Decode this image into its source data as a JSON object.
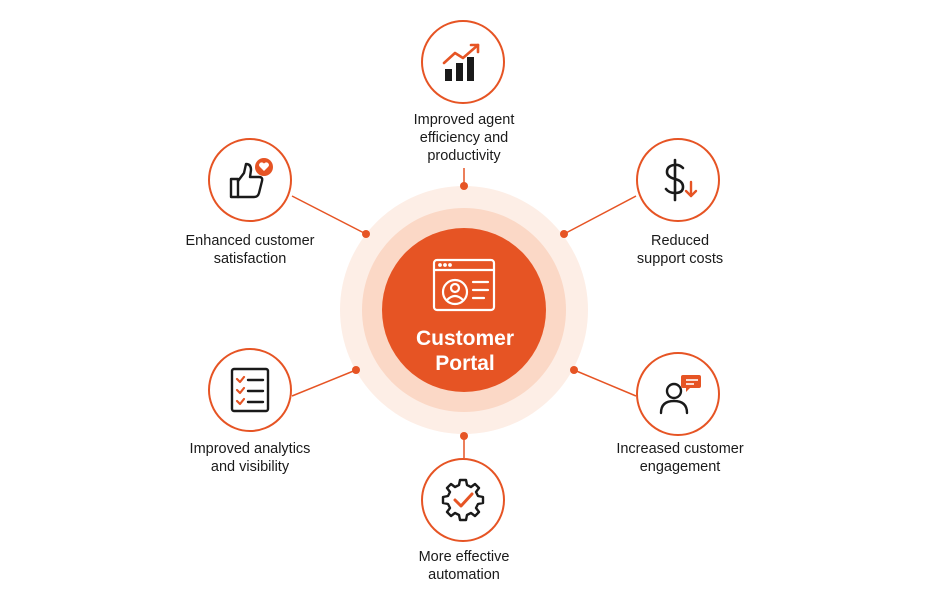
{
  "hub": {
    "title": "Customer\nPortal",
    "icon": "portal-window-user-icon"
  },
  "benefits": [
    {
      "label": "Improved agent\nefficiency and\nproductivity",
      "icon": "growth-chart-icon"
    },
    {
      "label": "Reduced\nsupport costs",
      "icon": "dollar-down-icon"
    },
    {
      "label": "Increased customer\nengagement",
      "icon": "user-chat-icon"
    },
    {
      "label": "More effective\nautomation",
      "icon": "gear-check-icon"
    },
    {
      "label": "Improved analytics\nand visibility",
      "icon": "checklist-icon"
    },
    {
      "label": "Enhanced customer\nsatisfaction",
      "icon": "thumbs-up-heart-icon"
    }
  ],
  "colors": {
    "accent": "#e65424",
    "ring_outer": "#fdeee6",
    "ring_inner": "#fbd8c6",
    "text": "#1a1a1a"
  }
}
